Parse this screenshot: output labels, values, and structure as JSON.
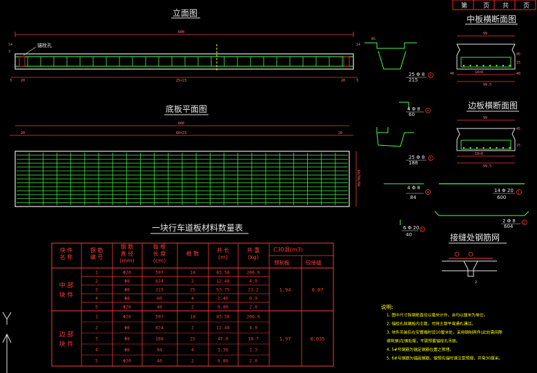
{
  "titles": {
    "elevation": "立面图",
    "mid_section": "中板横断面图",
    "bottom_plan": "底板平面图",
    "edge_section": "边板横断面图",
    "table_title": "一块行车道板材料数量表",
    "joint_mesh": "接缝处钢筋网"
  },
  "labels": {
    "anchor_hole": "锚栓孔",
    "rebar_mid": "25 Φ 8",
    "rebar_mid_len": "215",
    "rebar_edge": "25 Φ 8",
    "rebar_edge_len": "188",
    "r4_top": "4 Φ 8",
    "r4_top_len": "60",
    "r4_bot": "4 Φ 8",
    "r4_bot_len": "84",
    "r5": "6 Φ 20",
    "r5_len": "40",
    "long1": "14 Φ 20",
    "long1_len": "600",
    "long2": "2 Φ 8",
    "long2_len": "604"
  },
  "table": {
    "headers": [
      "块 件\n名 称",
      "钢 筋\n编 号",
      "钢 筋\n直 径\n(mm)",
      "每 根\n长 度\n(cm)",
      "根 数",
      "共 长\n(m)",
      "共 重\n(kg)",
      "C30混(m3)"
    ],
    "sub_headers": [
      "预制板",
      "铰接缝"
    ],
    "groups": [
      {
        "name": "中 部\n块 件",
        "rows": [
          [
            "1",
            "Φ20",
            "597",
            "14",
            "83.58",
            "206.6"
          ],
          [
            "2",
            "Φ8",
            "624",
            "2",
            "12.48",
            "4.9"
          ],
          [
            "3",
            "Φ8",
            "215",
            "25",
            "53.75",
            "21.2"
          ],
          [
            "4",
            "Φ8",
            "60",
            "4",
            "2.40",
            "0.9"
          ],
          [
            "5",
            "Φ20",
            "40",
            "2",
            "0.80",
            "2.0"
          ]
        ],
        "concrete_precast": "1.94",
        "concrete_joint": "0.07"
      },
      {
        "name": "边 部\n块 件",
        "rows": [
          [
            "1",
            "Φ20",
            "597",
            "14",
            "83.58",
            "206.6"
          ],
          [
            "2",
            "Φ8",
            "624",
            "2",
            "12.48",
            "4.9"
          ],
          [
            "3",
            "Φ8",
            "188",
            "25",
            "47.0",
            "18.7"
          ],
          [
            "4",
            "Φ8",
            "84",
            "4",
            "3.36",
            "1.3"
          ],
          [
            "5",
            "Φ20",
            "40",
            "2",
            "0.80",
            "2.0"
          ]
        ],
        "concrete_precast": "1.97",
        "concrete_joint": "0.035"
      }
    ]
  },
  "notes": {
    "title": "说明:",
    "items": [
      "1. 图中尺寸除钢筋直径以毫米计外，余均以厘米为单位。",
      "2. 锚栓孔前端板内主筋，可将主筋平弯通孔通过。",
      "3. 块件吊装后在安置端时设10厘米处，采用钢制两件(此处需间隙",
      "填筑钢)在钢处理，不需预置锚栓孔吊装。",
      "4. 5#号钢筋为锚定钢筋位置之预埋。",
      "5. 6#号钢筋为锚固钢筋，做预先锚时请注意预理，并弯30厘米。"
    ]
  },
  "title_block": [
    "第",
    "页",
    "共",
    "页"
  ],
  "axis": {
    "y": "Y"
  }
}
